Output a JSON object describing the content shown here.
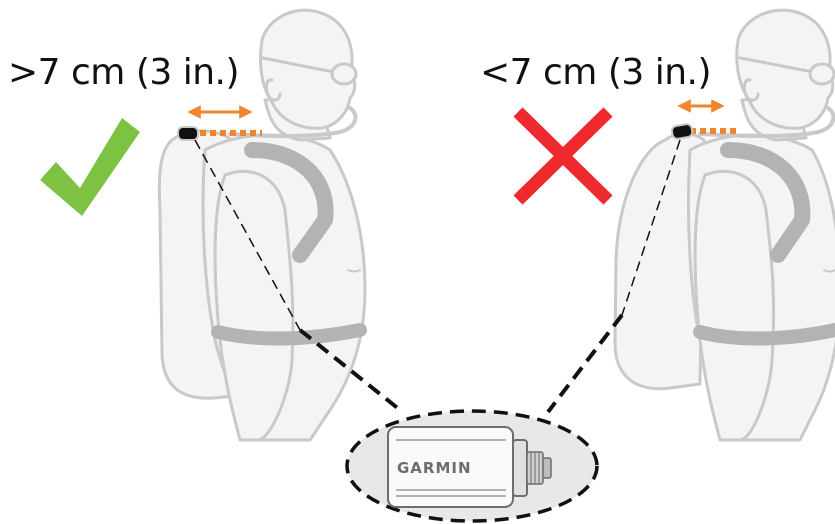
{
  "labels": {
    "correct_distance": ">7 cm (3 in.)",
    "incorrect_distance": "<7 cm (3 in.)"
  },
  "device": {
    "brand": "GARMIN"
  },
  "indicators": {
    "correct": "check-mark",
    "incorrect": "x-mark"
  },
  "colors": {
    "check": "#7dc242",
    "cross": "#ee2a2f",
    "measure_arrow": "#f0852b",
    "outline": "#c9c9c9",
    "fill": "#f2f2f2",
    "harness": "#b3b3b3",
    "line": "#111111"
  }
}
